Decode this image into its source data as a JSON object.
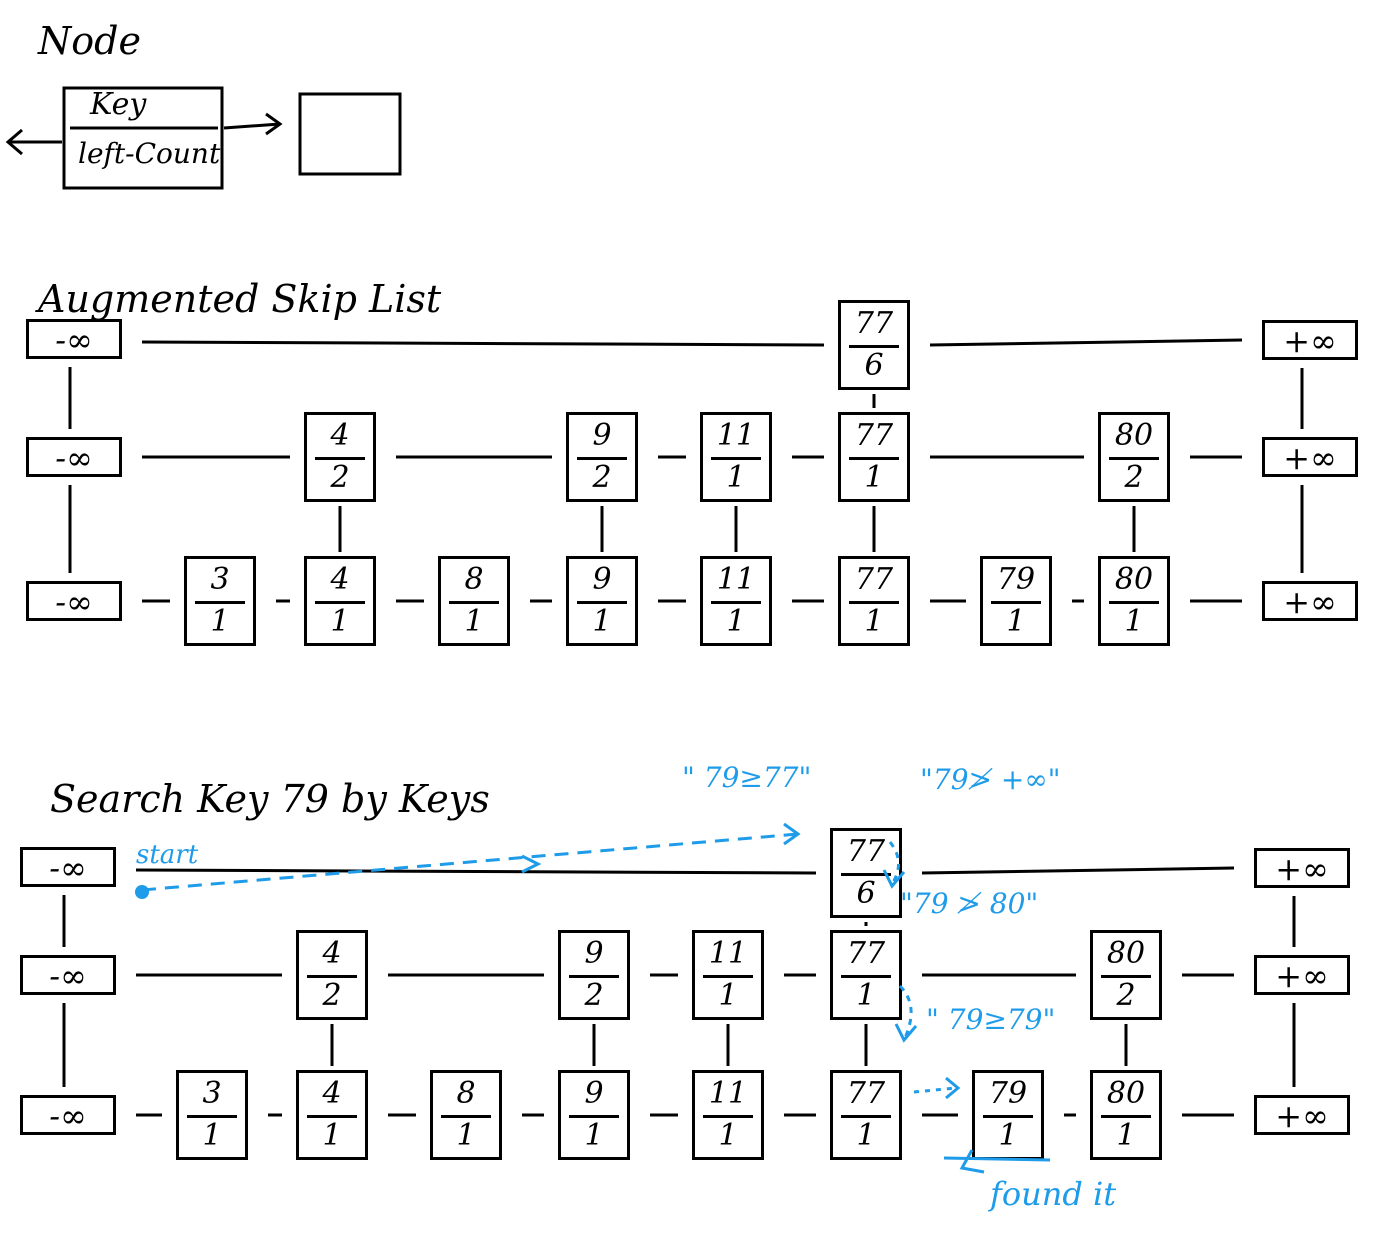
{
  "node_legend": {
    "title": "Node",
    "key_label": "Key",
    "count_label": "left-Count"
  },
  "diagram1": {
    "title": "Augmented Skip List"
  },
  "diagram2": {
    "title": "Search Key 79 by Keys",
    "annotations": {
      "start": "start",
      "cmp1": "\" 79≥77\"",
      "cmp2": "\"79≯ +∞\"",
      "cmp3": "\"79 ≯ 80\"",
      "cmp4": "\" 79≥79\"",
      "found": "found it"
    }
  },
  "skip_list": {
    "neg_inf": "-∞",
    "pos_inf": "+∞",
    "levels": [
      [
        {
          "key": "77",
          "count": "6"
        }
      ],
      [
        {
          "key": "4",
          "count": "2"
        },
        {
          "key": "9",
          "count": "2"
        },
        {
          "key": "11",
          "count": "1"
        },
        {
          "key": "77",
          "count": "1"
        },
        {
          "key": "80",
          "count": "2"
        }
      ],
      [
        {
          "key": "3",
          "count": "1"
        },
        {
          "key": "4",
          "count": "1"
        },
        {
          "key": "8",
          "count": "1"
        },
        {
          "key": "9",
          "count": "1"
        },
        {
          "key": "11",
          "count": "1"
        },
        {
          "key": "77",
          "count": "1"
        },
        {
          "key": "79",
          "count": "1"
        },
        {
          "key": "80",
          "count": "1"
        }
      ]
    ]
  },
  "colors": {
    "ink": "#000000",
    "highlight": "#1e9be9"
  }
}
